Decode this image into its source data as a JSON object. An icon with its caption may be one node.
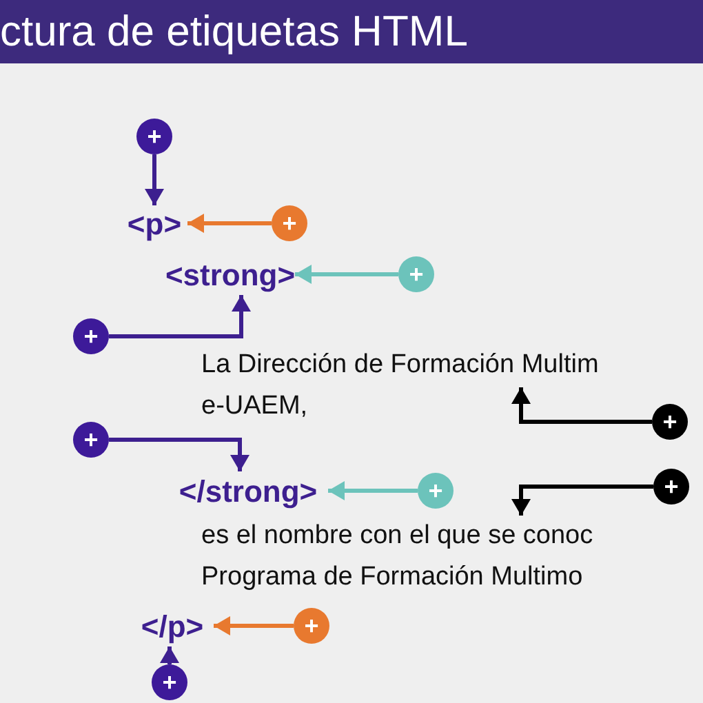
{
  "diagram": {
    "title": "ctura de etiquetas HTML",
    "nodes": [
      {
        "text": [
          "+"
        ]
      },
      {
        "text": [
          "<p>"
        ]
      },
      {
        "text": [
          "+"
        ]
      },
      {
        "text": [
          "<strong>"
        ]
      },
      {
        "text": [
          "+"
        ]
      },
      {
        "text": [
          "+"
        ]
      },
      {
        "text": [
          "La Dirección de Formación Multim e-UAEM,"
        ]
      },
      {
        "text": [
          "+"
        ]
      },
      {
        "text": [
          "+"
        ]
      },
      {
        "text": [
          "</strong>"
        ]
      },
      {
        "text": [
          "+"
        ]
      },
      {
        "text": [
          "+"
        ]
      },
      {
        "text": [
          "es el nombre con el que se conoc Programa de Formación Multimo"
        ]
      },
      {
        "text": [
          "</p>"
        ]
      },
      {
        "text": [
          "+"
        ]
      },
      {
        "text": [
          "+"
        ]
      }
    ],
    "edges": [
      {
        "from": 0,
        "to": 1,
        "arrow": "to"
      },
      {
        "from": 2,
        "to": 1,
        "arrow": "to",
        "color": "#e8792f"
      },
      {
        "from": 4,
        "to": 3,
        "arrow": "to",
        "color": "#6cc3bb"
      },
      {
        "from": 5,
        "to": 3,
        "arrow": "to"
      },
      {
        "from": 7,
        "to": 6,
        "arrow": "to",
        "color": "#000000"
      },
      {
        "from": 8,
        "to": 9,
        "arrow": "to"
      },
      {
        "from": 10,
        "to": 9,
        "arrow": "to",
        "color": "#6cc3bb"
      },
      {
        "from": 11,
        "to": 12,
        "arrow": "to",
        "color": "#000000"
      },
      {
        "from": 14,
        "to": 13,
        "arrow": "to",
        "color": "#e8792f"
      },
      {
        "from": 15,
        "to": 13,
        "arrow": "to"
      }
    ]
  }
}
